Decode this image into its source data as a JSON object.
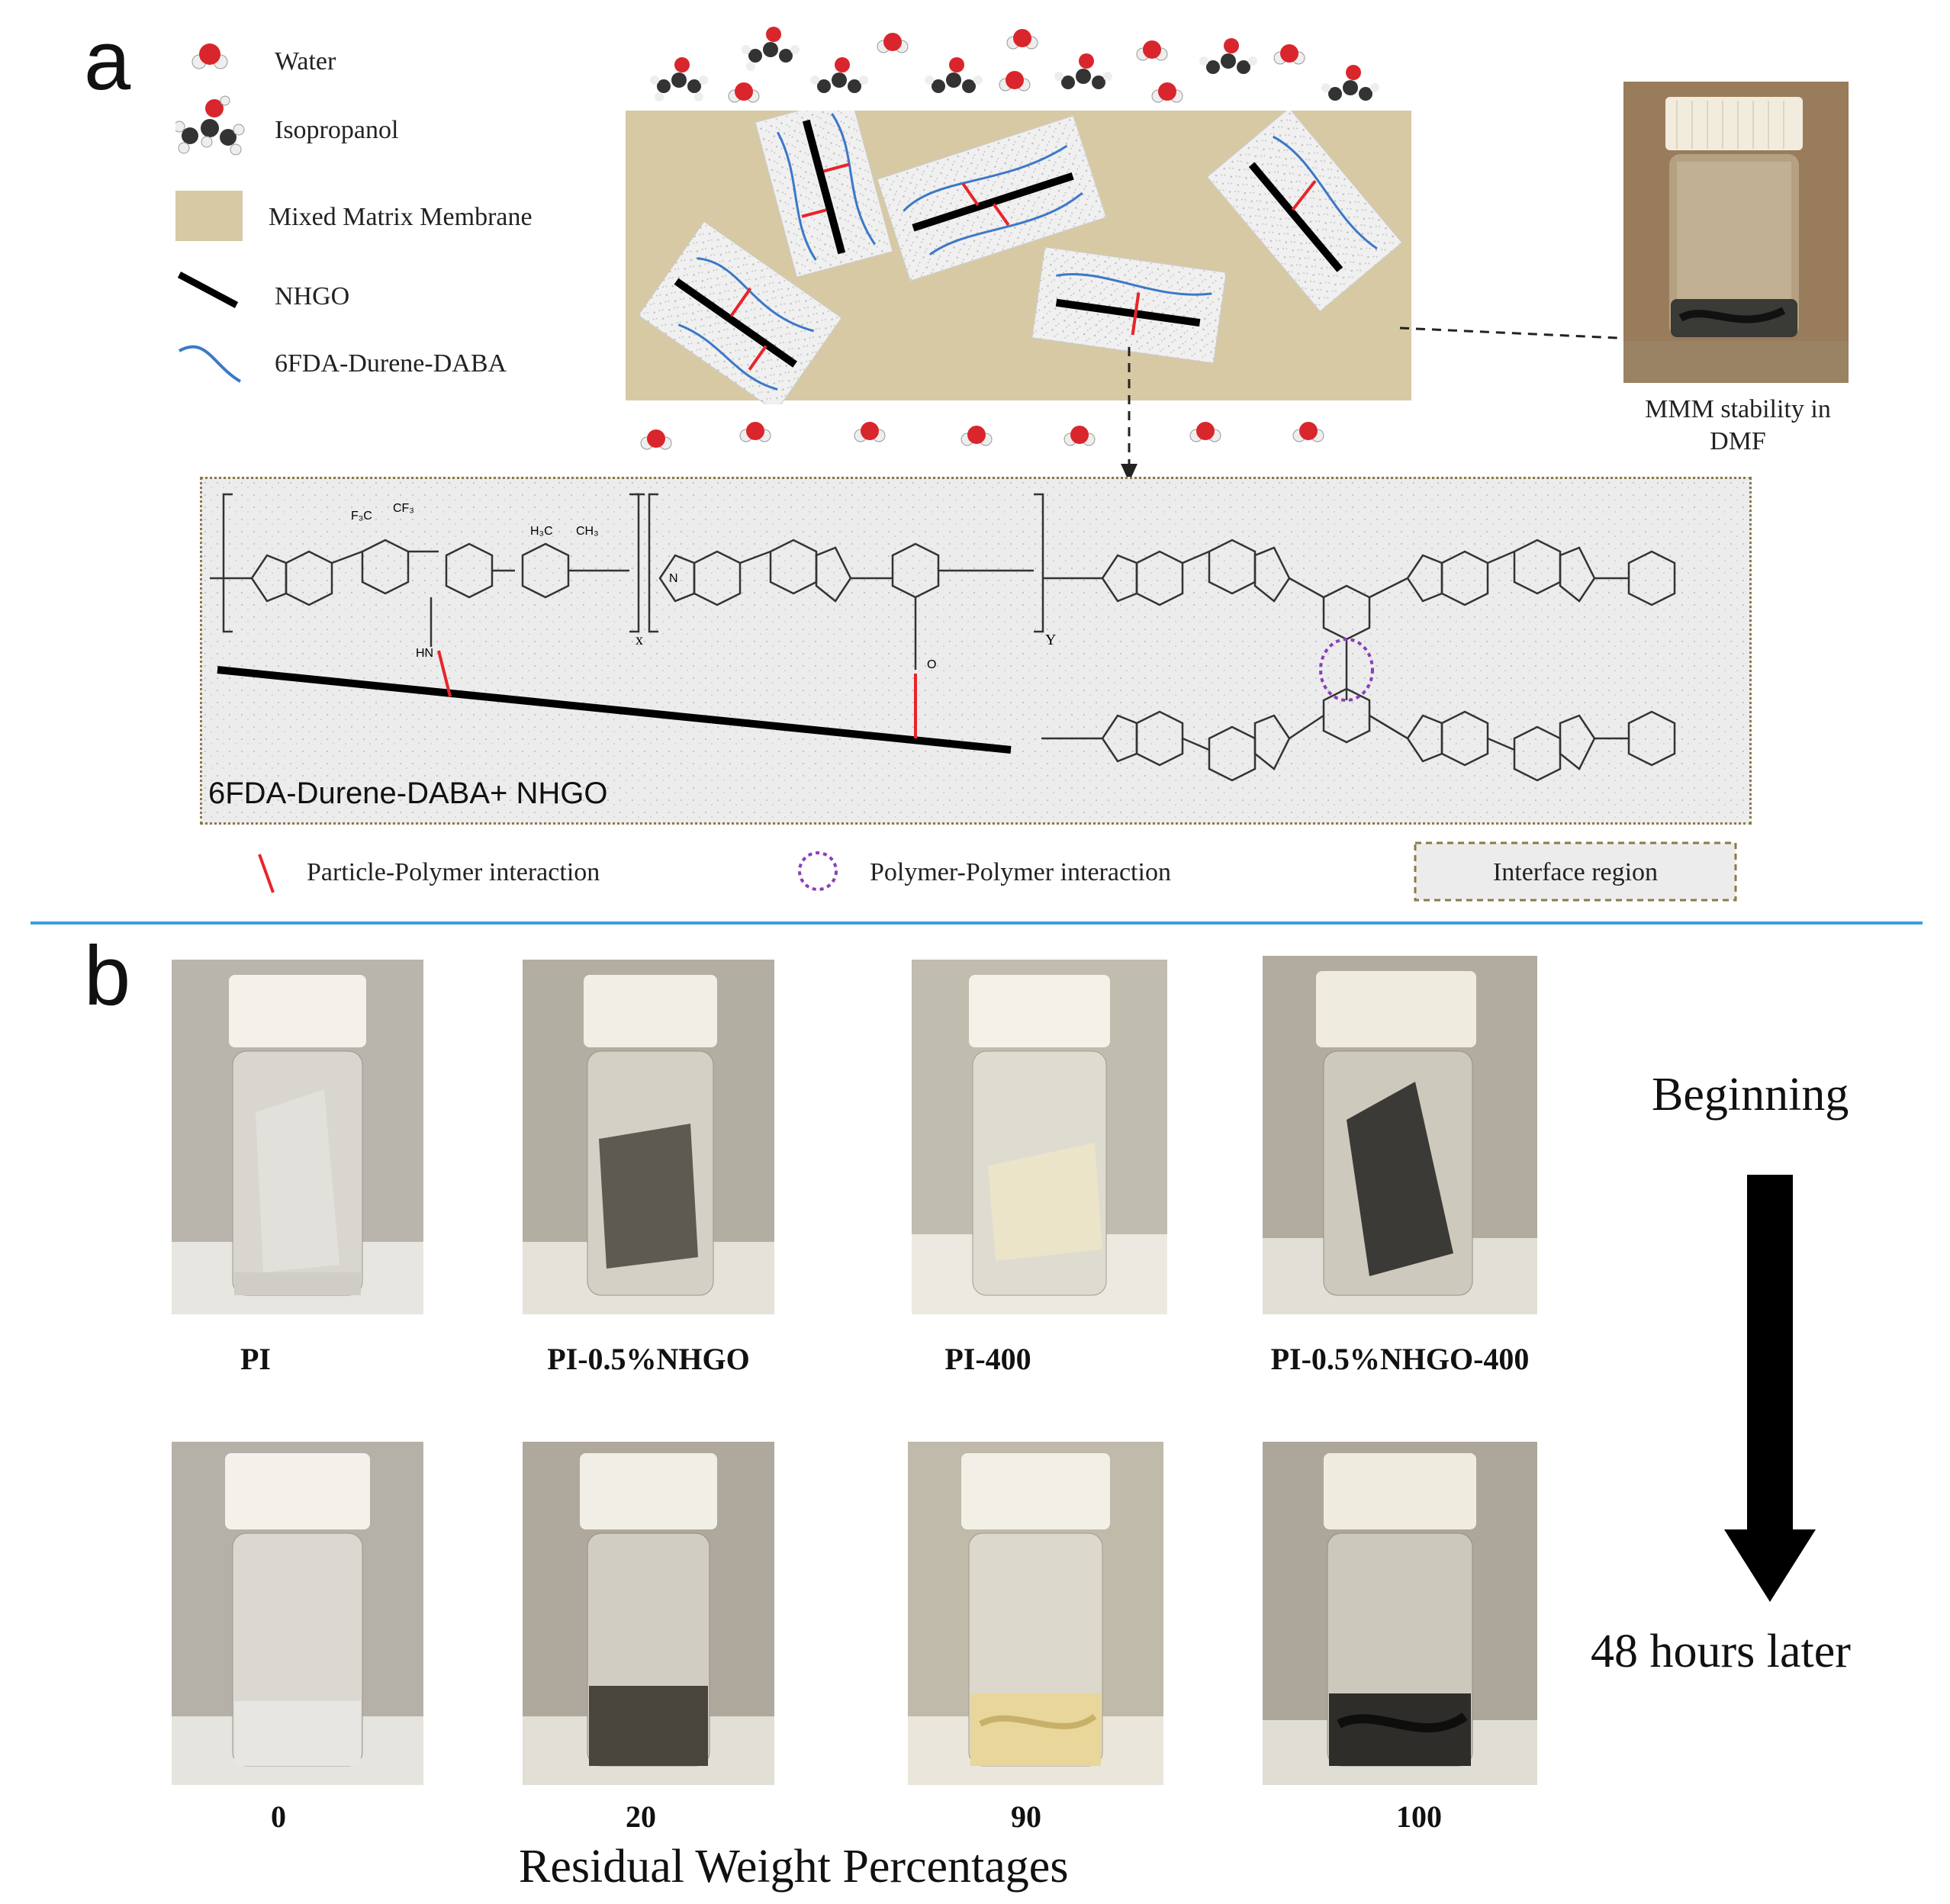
{
  "panel_a": {
    "letter": "a",
    "legend": {
      "water": "Water",
      "isopropanol": "Isopropanol",
      "membrane": "Mixed Matrix Membrane",
      "nhgo": "NHGO",
      "polymer": "6FDA-Durene-DABA"
    },
    "photo_caption_line1": "MMM stability in",
    "photo_caption_line2": "DMF",
    "interface_label": "6FDA-Durene-DABA+ NHGO",
    "bottom_legend": {
      "particle_polymer": "Particle-Polymer interaction",
      "polymer_polymer": "Polymer-Polymer interaction",
      "interface_region": "Interface region"
    },
    "chem_labels": {
      "x": "x",
      "y": "Y",
      "f3c": "F₃C",
      "cf3": "CF₃",
      "h3c": "H₃C",
      "ch3": "CH₃",
      "hn": "HN",
      "n": "N",
      "o": "O"
    }
  },
  "panel_b": {
    "letter": "b",
    "samples": [
      "PI",
      "PI-0.5%NHGO",
      "PI-400",
      "PI-0.5%NHGO-400"
    ],
    "residuals": [
      "0",
      "20",
      "90",
      "100"
    ],
    "axis_label": "Residual Weight Percentages",
    "beginning": "Beginning",
    "later": "48 hours later"
  },
  "colors": {
    "membrane": "#d7c9a4",
    "water_o": "#d9262c",
    "divider": "#3aa0dc",
    "nhgo": "#000000",
    "polymer_line": "#3c78c8",
    "interaction": "#e8242a",
    "polymer_polymer": "#8a3fb8",
    "interface_border": "#8a7a4a"
  }
}
